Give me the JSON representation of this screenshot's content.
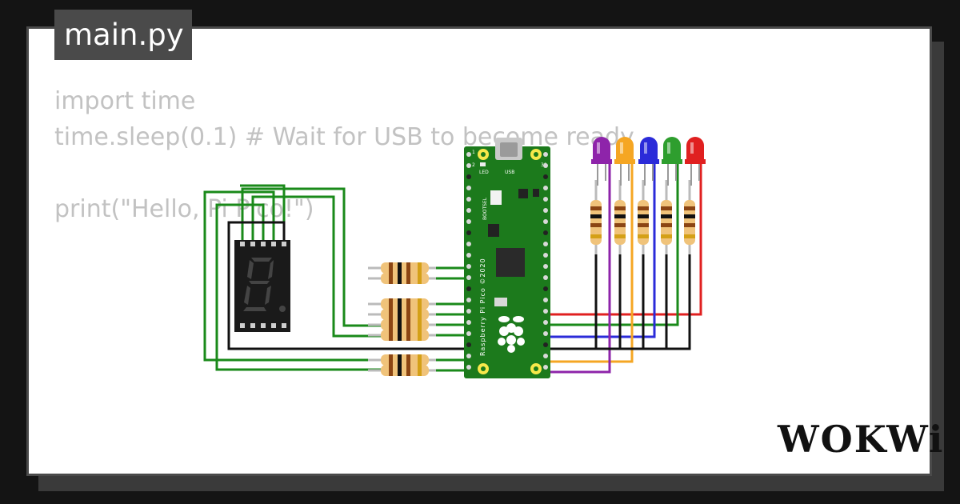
{
  "file_tab": {
    "label": "main.py"
  },
  "code_lines": [
    "import time",
    "time.sleep(0.1) # Wait for USB to become ready",
    "",
    "print(\"Hello, Pi Pico!\")"
  ],
  "board": {
    "labels": {
      "led": "LED",
      "usb": "USB",
      "bootsel": "BOOTSEL",
      "pin1": "1",
      "pin2": "2",
      "pin39": "39",
      "title": "Raspberry Pi Pico ©2020"
    }
  },
  "leds": [
    {
      "color": "#8e24aa"
    },
    {
      "color": "#f5a623"
    },
    {
      "color": "#2b2bd9"
    },
    {
      "color": "#2e9e2e"
    },
    {
      "color": "#e02020"
    }
  ],
  "colors": {
    "board_green": "#1c7a1c",
    "wire_green": "#1a8a1a",
    "wire_black": "#111111"
  },
  "brand": {
    "label": "WOKWi"
  }
}
